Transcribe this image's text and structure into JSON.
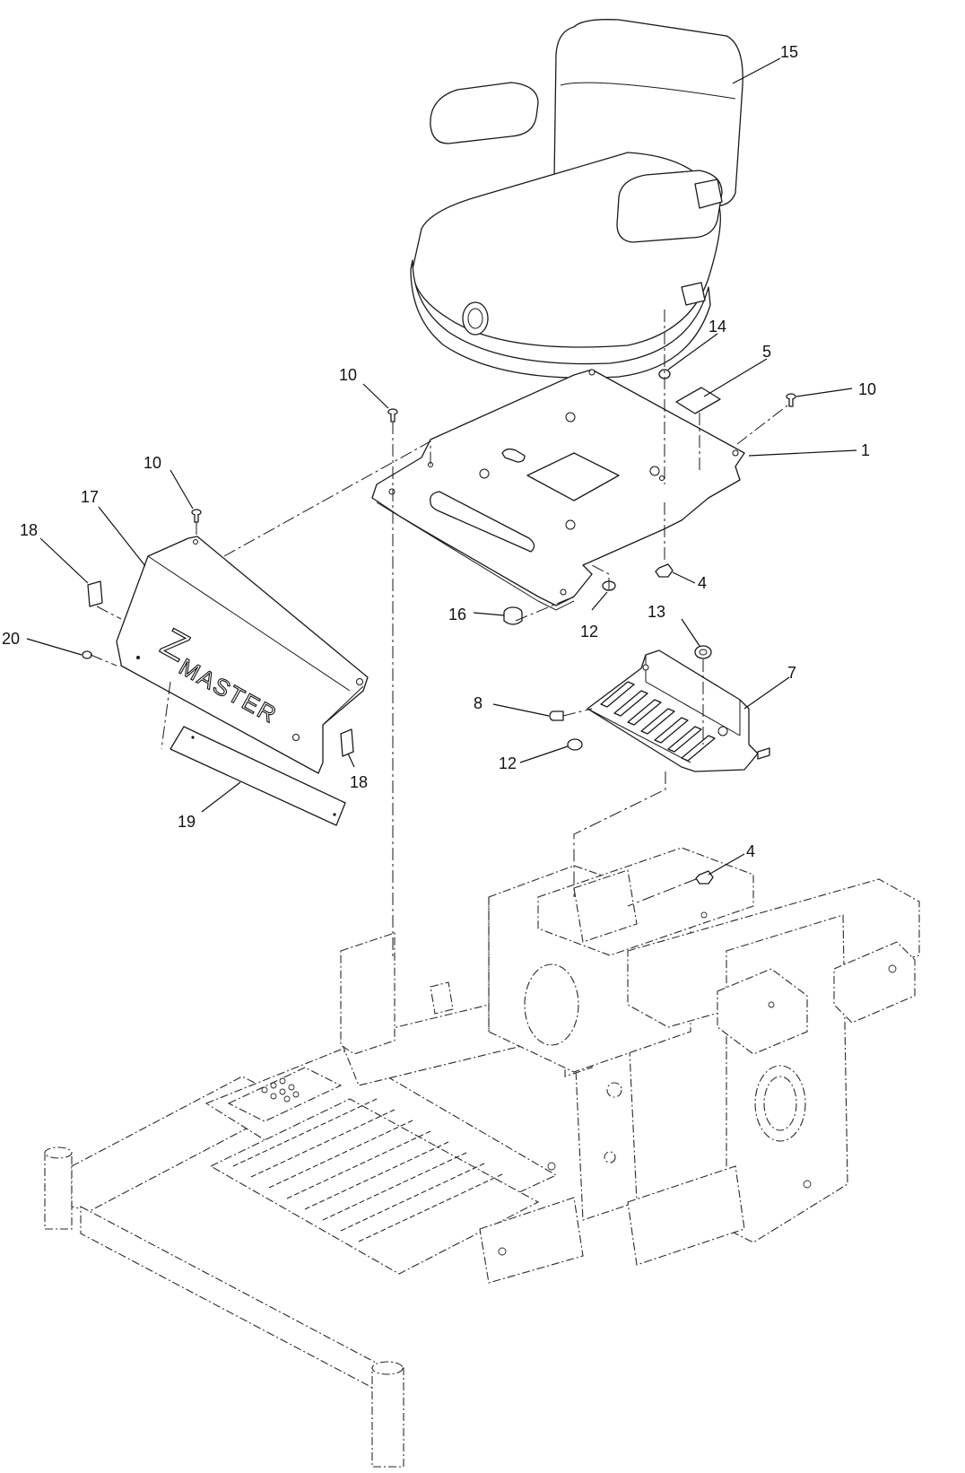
{
  "logo": {
    "big_letter": "Z",
    "word": "MASTER"
  },
  "callouts": [
    {
      "id": "c15",
      "label": "15"
    },
    {
      "id": "c14",
      "label": "14"
    },
    {
      "id": "c5",
      "label": "5"
    },
    {
      "id": "c10a",
      "label": "10"
    },
    {
      "id": "c10b",
      "label": "10"
    },
    {
      "id": "c1",
      "label": "1"
    },
    {
      "id": "c10c",
      "label": "10"
    },
    {
      "id": "c17",
      "label": "17"
    },
    {
      "id": "c18a",
      "label": "18"
    },
    {
      "id": "c20",
      "label": "20"
    },
    {
      "id": "c4a",
      "label": "4"
    },
    {
      "id": "c16",
      "label": "16"
    },
    {
      "id": "c12a",
      "label": "12"
    },
    {
      "id": "c13",
      "label": "13"
    },
    {
      "id": "c7",
      "label": "7"
    },
    {
      "id": "c8",
      "label": "8"
    },
    {
      "id": "c12b",
      "label": "12"
    },
    {
      "id": "c18b",
      "label": "18"
    },
    {
      "id": "c19",
      "label": "19"
    },
    {
      "id": "c4b",
      "label": "4"
    }
  ]
}
